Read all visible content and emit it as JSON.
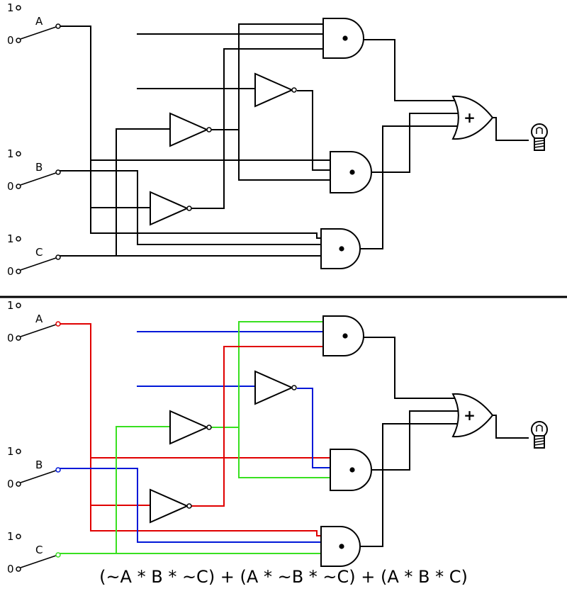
{
  "switches": [
    {
      "name": "A",
      "on_label": "1",
      "off_label": "0"
    },
    {
      "name": "B",
      "on_label": "1",
      "off_label": "0"
    },
    {
      "name": "C",
      "on_label": "1",
      "off_label": "0"
    }
  ],
  "or_symbol": "+",
  "wire_colors": {
    "plain": "#000000",
    "a": "#e00000",
    "b": "#0018d8",
    "c": "#38e020"
  },
  "expression": "(~A * B * ~C) + (A * ~B * ~C) + (A * B * C)"
}
